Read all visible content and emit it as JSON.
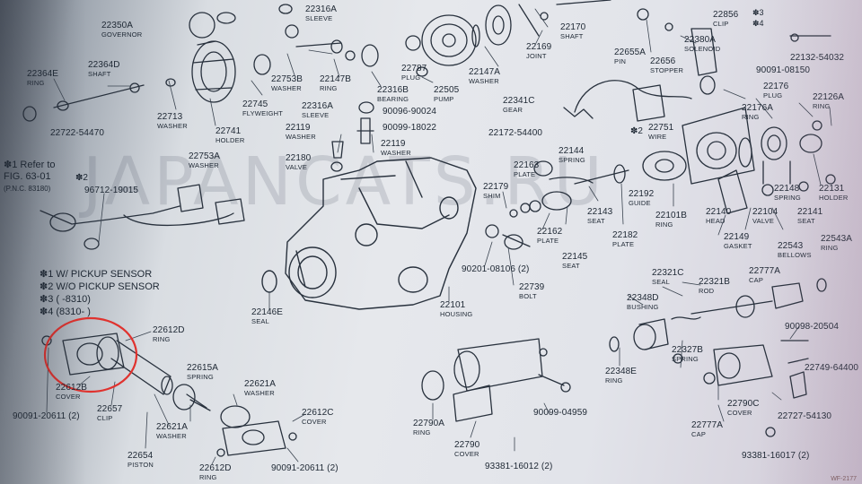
{
  "watermark": "JAPANCATS.RU",
  "notes": {
    "refer": "✽1 Refer to",
    "refer_fig": "FIG. 63-01",
    "refer_pnc": "(P.N.C. 83180)",
    "pickup1": "✽1 W/ PICKUP SENSOR",
    "pickup2": "✽2 W/O PICKUP SENSOR",
    "note3": "✽3 (     -8310)",
    "note4": "✽4 (8310-     )",
    "mark2a": "✽2",
    "mark2b": "✽2",
    "mark3": "✽3",
    "mark4": "✽4"
  },
  "labels": {
    "p22350a": {
      "num": "22350A",
      "name": "GOVERNOR"
    },
    "p22316a_top": {
      "num": "22316A",
      "name": "SLEEVE"
    },
    "p22364e": {
      "num": "22364E",
      "name": "RING"
    },
    "p22364d": {
      "num": "22364D",
      "name": "SHAFT"
    },
    "p22722": {
      "num": "22722-54470",
      "name": ""
    },
    "p22713": {
      "num": "22713",
      "name": "WASHER"
    },
    "p22741": {
      "num": "22741",
      "name": "HOLDER"
    },
    "p22753a": {
      "num": "22753A",
      "name": "WASHER"
    },
    "p22745": {
      "num": "22745",
      "name": "FLYWEIGHT"
    },
    "p22753b": {
      "num": "22753B",
      "name": "WASHER"
    },
    "p22147b": {
      "num": "22147B",
      "name": "RING"
    },
    "p22316a": {
      "num": "22316A",
      "name": "SLEEVE"
    },
    "p22316b": {
      "num": "22316B",
      "name": "BEARING"
    },
    "p22787": {
      "num": "22787",
      "name": "PLUG"
    },
    "p22505": {
      "num": "22505",
      "name": "PUMP"
    },
    "p22147a": {
      "num": "22147A",
      "name": "WASHER"
    },
    "p22119a": {
      "num": "22119",
      "name": "WASHER"
    },
    "p90096": {
      "num": "90096-90024",
      "name": ""
    },
    "p90099a": {
      "num": "90099-18022",
      "name": ""
    },
    "p22119b": {
      "num": "22119",
      "name": "WASHER"
    },
    "p22180": {
      "num": "22180",
      "name": "VALVE"
    },
    "p22169": {
      "num": "22169",
      "name": "JOINT"
    },
    "p22341c": {
      "num": "22341C",
      "name": "GEAR"
    },
    "p22172": {
      "num": "22172-54400",
      "name": ""
    },
    "p22170": {
      "num": "22170",
      "name": "SHAFT"
    },
    "p22655a": {
      "num": "22655A",
      "name": "PIN"
    },
    "p22656": {
      "num": "22656",
      "name": "STOPPER"
    },
    "p22856": {
      "num": "22856",
      "name": "CLIP"
    },
    "p22380a": {
      "num": "22380A",
      "name": "SOLENOID"
    },
    "p22751": {
      "num": "22751",
      "name": "WIRE"
    },
    "p90091_top": {
      "num": "90091-08150",
      "name": ""
    },
    "p22176": {
      "num": "22176",
      "name": "PLUG"
    },
    "p22176a": {
      "num": "22176A",
      "name": "RING"
    },
    "p22126a": {
      "num": "22126A",
      "name": "RING"
    },
    "p22132": {
      "num": "22132-54032",
      "name": ""
    },
    "p22144": {
      "num": "22144",
      "name": "SPRING"
    },
    "p22163": {
      "num": "22163",
      "name": "PLATE"
    },
    "p22179": {
      "num": "22179",
      "name": "SHIM"
    },
    "p22192": {
      "num": "22192",
      "name": "GUIDE"
    },
    "p22143": {
      "num": "22143",
      "name": "SEAT"
    },
    "p22101b": {
      "num": "22101B",
      "name": "RING"
    },
    "p22140": {
      "num": "22140",
      "name": "HEAD"
    },
    "p22104": {
      "num": "22104",
      "name": "VALVE"
    },
    "p22148": {
      "num": "22148",
      "name": "SPRING"
    },
    "p22141": {
      "num": "22141",
      "name": "SEAT"
    },
    "p22131": {
      "num": "22131",
      "name": "HOLDER"
    },
    "p22162": {
      "num": "22162",
      "name": "PLATE"
    },
    "p22182": {
      "num": "22182",
      "name": "PLATE"
    },
    "p22149": {
      "num": "22149",
      "name": "GASKET"
    },
    "p22145": {
      "num": "22145",
      "name": "SEAT"
    },
    "p22543": {
      "num": "22543",
      "name": "BELLOWS"
    },
    "p22543a": {
      "num": "22543A",
      "name": "RING"
    },
    "p96712": {
      "num": "96712-19015",
      "name": ""
    },
    "p90201": {
      "num": "90201-08106 (2)",
      "name": ""
    },
    "p22739": {
      "num": "22739",
      "name": "BOLT"
    },
    "p22146e": {
      "num": "22146E",
      "name": "SEAL"
    },
    "p22101": {
      "num": "22101",
      "name": "HOUSING"
    },
    "p22321c": {
      "num": "22321C",
      "name": "SEAL"
    },
    "p22321b": {
      "num": "22321B",
      "name": "ROD"
    },
    "p22777a": {
      "num": "22777A",
      "name": "CAP"
    },
    "p22348d": {
      "num": "22348D",
      "name": "BUSHING"
    },
    "p90098": {
      "num": "90098-20504",
      "name": ""
    },
    "p22749": {
      "num": "22749-64400",
      "name": ""
    },
    "p22612d": {
      "num": "22612D",
      "name": "RING"
    },
    "p22612b": {
      "num": "22612B",
      "name": "COVER"
    },
    "p22657": {
      "num": "22657",
      "name": "CLIP"
    },
    "p90091_a": {
      "num": "90091-20611 (2)",
      "name": ""
    },
    "p22615a": {
      "num": "22615A",
      "name": "SPRING"
    },
    "p22621a_top": {
      "num": "22621A",
      "name": "WASHER"
    },
    "p22621a": {
      "num": "22621A",
      "name": "WASHER"
    },
    "p22612c": {
      "num": "22612C",
      "name": "COVER"
    },
    "p22654": {
      "num": "22654",
      "name": "PISTON"
    },
    "p22612d_b": {
      "num": "22612D",
      "name": "RING"
    },
    "p90091_b": {
      "num": "90091-20611 (2)",
      "name": ""
    },
    "p22348e": {
      "num": "22348E",
      "name": "RING"
    },
    "p22327b": {
      "num": "22327B",
      "name": "SPRING"
    },
    "p22790a": {
      "num": "22790A",
      "name": "RING"
    },
    "p22790": {
      "num": "22790",
      "name": "COVER"
    },
    "p90099b": {
      "num": "90099-04959",
      "name": ""
    },
    "p22790c": {
      "num": "22790C",
      "name": "COVER"
    },
    "p22727": {
      "num": "22727-54130",
      "name": ""
    },
    "p22777a_b": {
      "num": "22777A",
      "name": "CAP"
    },
    "p93381a": {
      "num": "93381-16012 (2)",
      "name": ""
    },
    "p93381b": {
      "num": "93381-16017 (2)",
      "name": ""
    }
  },
  "corner_code": "WF-2177"
}
